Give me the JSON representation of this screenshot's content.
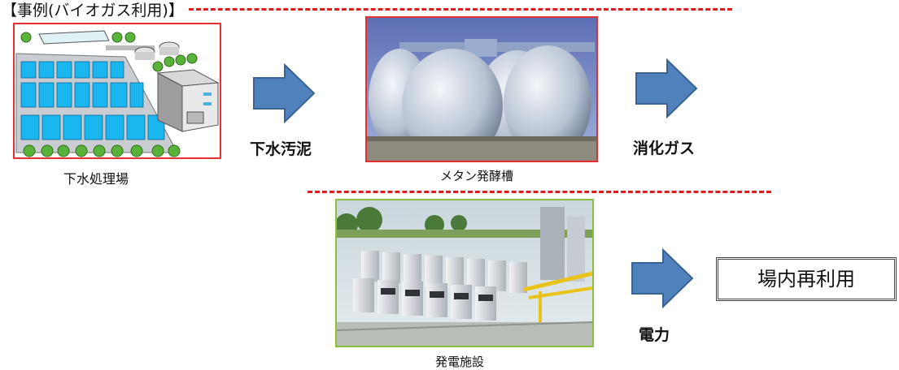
{
  "title": "【事例(バイオガス利用)】",
  "captions": {
    "plant": "下水処理場",
    "digester": "メタン発酵槽",
    "power_facility": "発電施設"
  },
  "flow_labels": {
    "sludge": "下水汚泥",
    "digestion_gas": "消化ガス",
    "electricity": "電力"
  },
  "output_box": "場内再利用",
  "colors": {
    "dash_line": "#e01b1b",
    "arrow_fill": "#4f81bd",
    "arrow_stroke": "#3a6394",
    "frame_red": "#e53030",
    "frame_green": "#8cbf3f"
  },
  "icons": [
    "arrow-right-icon"
  ]
}
